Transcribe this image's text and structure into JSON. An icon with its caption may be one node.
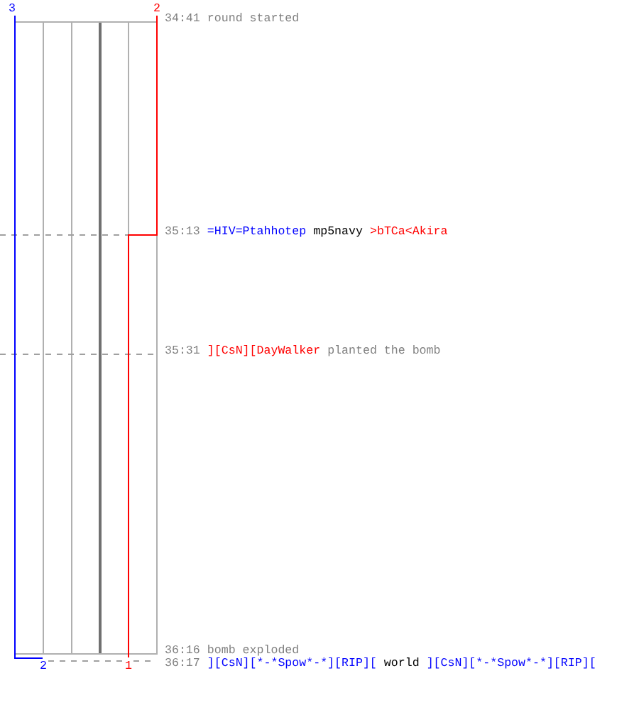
{
  "diagram": {
    "labels": [
      "3",
      "2",
      "34:41",
      "round started",
      "35:13",
      "=HIV=Ptahhotep",
      "mp5navy",
      ">bTCa<Akira",
      "35:31",
      "][CsN][DayWalker",
      "planted the bomb",
      "36:16",
      "bomb exploded",
      "2",
      "1",
      "36:17",
      "][CsN][*-*Spow*-*][RIP][",
      "world",
      "][CsN][*-*Spow*-*][RIP]["
    ]
  }
}
